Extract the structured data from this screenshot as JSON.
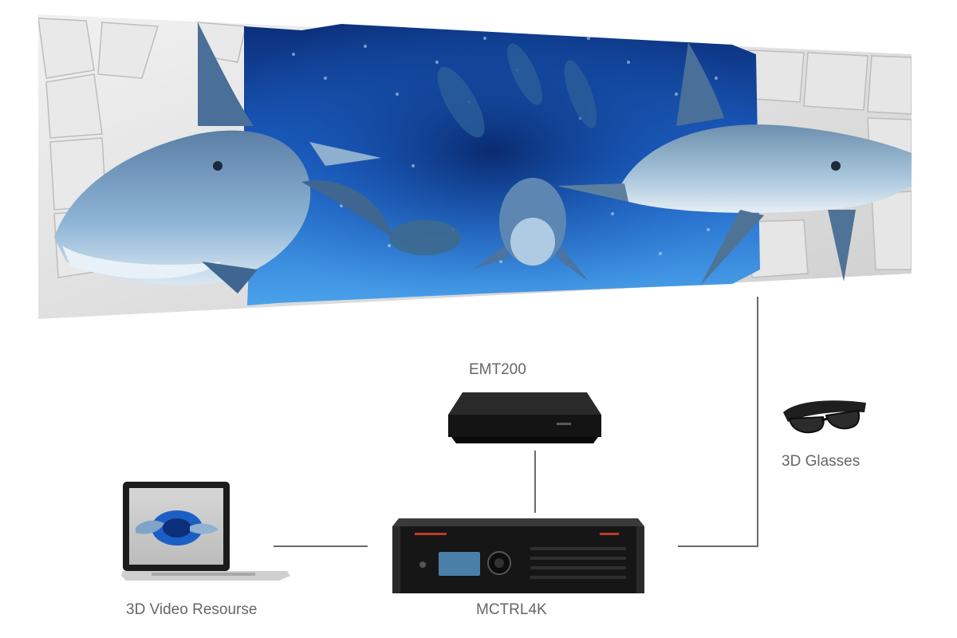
{
  "labels": {
    "emt200": "EMT200",
    "glasses": "3D Glasses",
    "video_source": "3D Video Resourse",
    "controller": "MCTRL4K"
  },
  "icons": {
    "led_wall": "underwater-3d-dolphin-screen",
    "emt200": "media-box",
    "glasses": "3d-glasses",
    "laptop": "laptop",
    "controller": "rack-controller"
  },
  "colors": {
    "ocean_deep": "#0b2f7a",
    "ocean_mid": "#1c5fc4",
    "ocean_light": "#4aa2ea",
    "wall": "#e3e3e3",
    "wire": "#6b6b6b",
    "label": "#666666",
    "device": "#1c1c1c"
  }
}
